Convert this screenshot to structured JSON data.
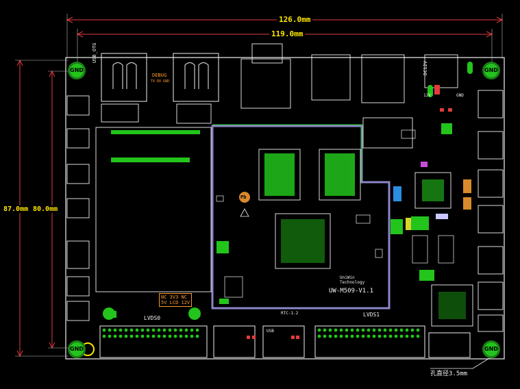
{
  "dimensions": {
    "outer_width": "126.0mm",
    "inner_width": "119.0mm",
    "outer_height": "87.0mm",
    "inner_height": "80.0mm",
    "hole_diameter": "孔直径3.5mm"
  },
  "mount_holes": {
    "label": "GND"
  },
  "connectors": {
    "lvds0": "LVDS0",
    "lvds1": "LVDS1",
    "usb_otg": "USB_OTG",
    "debug": "DEBUG",
    "debug_pins": "TX RX GND",
    "dc12v": "DC12V",
    "pin_12v": "12V",
    "pin_gnd": "GND",
    "rtc": "RTC-1.2",
    "usb": "USB"
  },
  "module": {
    "brand": "UniWin",
    "brand_sub": "Technology",
    "model": "UW-M509-V1.1",
    "pb_mark": "Pb"
  },
  "voltage_select": {
    "row1": "NC 3V3 NC",
    "row2": "5V LCD 12V"
  },
  "colors": {
    "background": "#000000",
    "dimension": "#ffe600",
    "outline": "#f2f2f2",
    "copper": "#23c41c",
    "module_outline": "#8c86c8",
    "module_border": "#1fd41f"
  }
}
